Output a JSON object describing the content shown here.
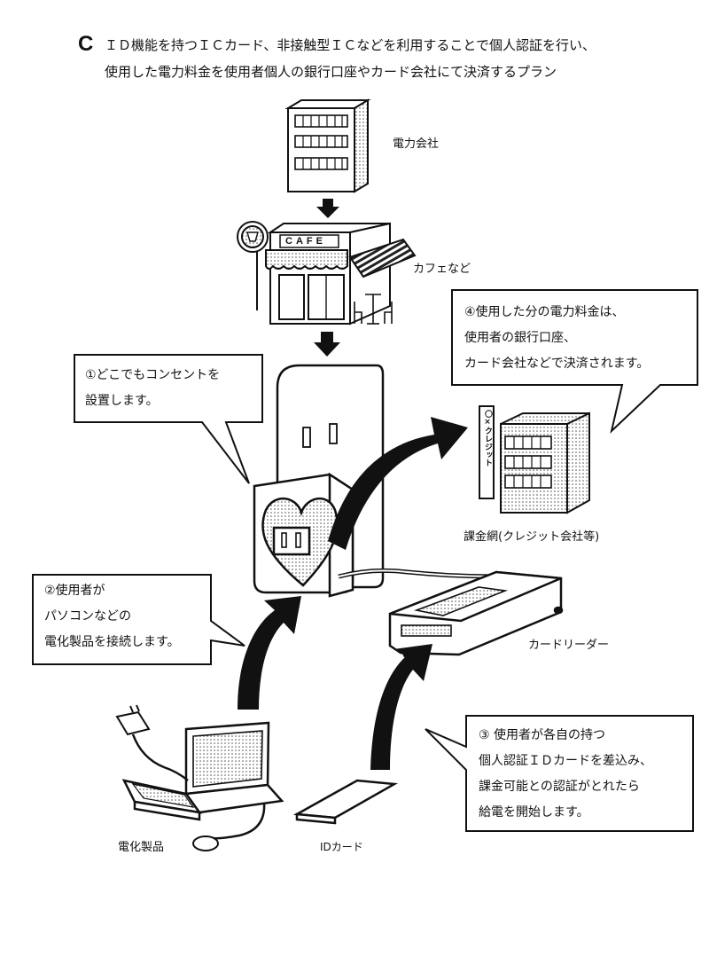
{
  "header": {
    "letter": "C",
    "line1": "ＩＤ機能を持つＩＣカード、非接触型ＩＣなどを利用することで個人認証を行い、",
    "line2": "使用した電力料金を使用者個人の銀行口座やカード会社にて決済するプラン"
  },
  "labels": {
    "power_company": "電力会社",
    "cafe": "カフェなど",
    "cafe_sign": "CAFE",
    "billing_network": "課金網(クレジット会社等)",
    "credit_sign": "〇×クレジット",
    "card_reader": "カードリーダー",
    "appliances": "電化製品",
    "id_card": "IDカード"
  },
  "callouts": {
    "c1": [
      "①どこでもコンセントを",
      "設置します。"
    ],
    "c2": [
      "②使用者が",
      "パソコンなどの",
      "電化製品を接続します。"
    ],
    "c3": [
      "③ 使用者が各自の持つ",
      "個人認証ＩＤカードを差込み、",
      "課金可能との認証がとれたら",
      "給電を開始します。"
    ],
    "c4": [
      "④使用した分の電力料金は、",
      "使用者の銀行口座、",
      "カード会社などで決済されます。"
    ]
  },
  "colors": {
    "ink": "#111111",
    "paper": "#ffffff",
    "dot": "#bbbbbb"
  }
}
